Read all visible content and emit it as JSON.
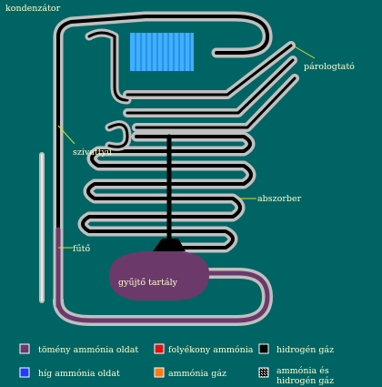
{
  "labels": {
    "kondenzator": "kondenzátor",
    "parologtato": "párologtató",
    "szivattyu": "szivattyú",
    "abszorber": "abszorber",
    "futo": "fűtő",
    "gyujto": "gyűjtő tartály"
  },
  "colors": {
    "background": "#006464",
    "pipe_gray": "#c0c0c0",
    "pipe_highlight": "#e8e8e8",
    "hydrogen": "#000000",
    "strong_solution": "#6b3a6b",
    "weak_solution": "#1e3cff",
    "liquid_ammonia": "#e01010",
    "ammonia_gas": "#ff7a10",
    "fins": "#3fb0ff",
    "label_text": "#ffffcc",
    "leader_line": "#dddd22"
  },
  "legend": [
    {
      "key": "strong",
      "label": "tömény ammónia oldat",
      "color": "#6b3a6b",
      "pattern": false
    },
    {
      "key": "liquid",
      "label": "folyékony ammónia",
      "color": "#e01010",
      "pattern": false
    },
    {
      "key": "hydrogen",
      "label": "hidrogén gáz",
      "color": "#000000",
      "pattern": false
    },
    {
      "key": "weak",
      "label": "híg ammónia oldat",
      "color": "#1e3cff",
      "pattern": false
    },
    {
      "key": "gas",
      "label": "ammónia gáz",
      "color": "#ff7a10",
      "pattern": false
    },
    {
      "key": "mix",
      "label": "ammónia és",
      "label2": "hidrogén gáz",
      "color": "#000000",
      "pattern": true
    }
  ]
}
